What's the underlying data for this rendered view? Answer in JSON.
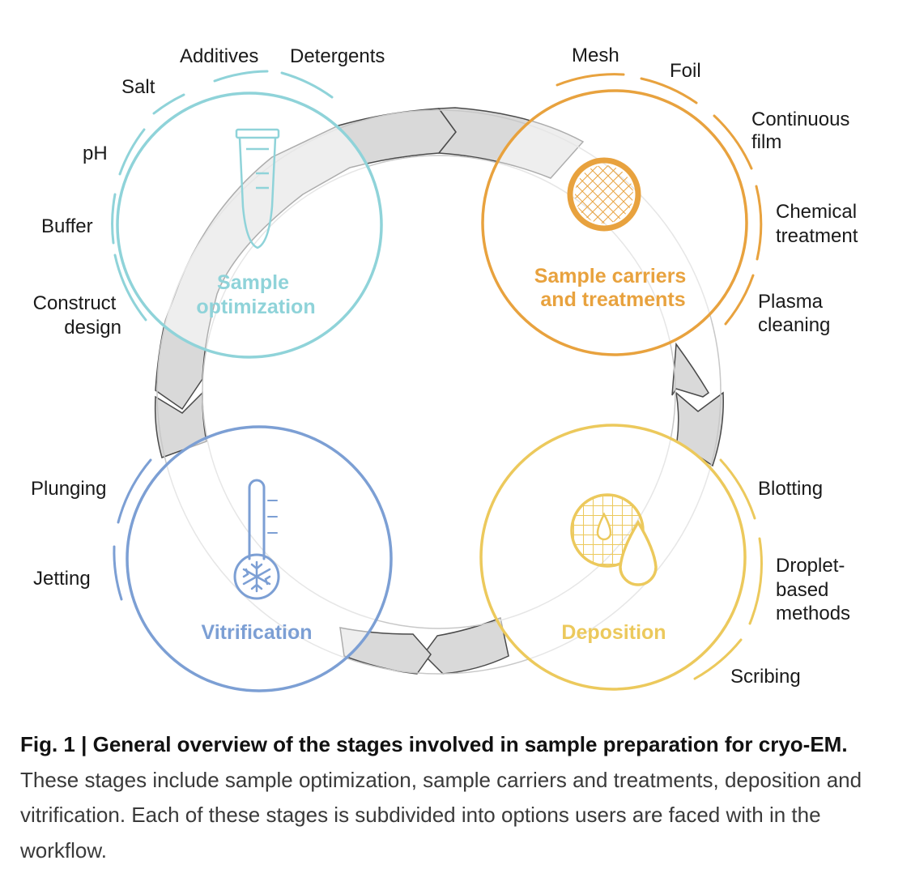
{
  "stages": {
    "sample_optimization": {
      "title_lines": [
        "Sample",
        "optimization"
      ],
      "color": "#8fd3d9",
      "options": [
        "Additives",
        "Detergents",
        "Salt",
        "pH",
        "Buffer",
        "Construct",
        "design"
      ]
    },
    "sample_carriers": {
      "title_lines": [
        "Sample carriers",
        "and treatments"
      ],
      "color": "#e8a23e",
      "options": [
        "Mesh",
        "Foil",
        "Continuous",
        "film",
        "Chemical",
        "treatment",
        "Plasma",
        "cleaning"
      ]
    },
    "deposition": {
      "title_lines": [
        "Deposition"
      ],
      "color": "#ecc95c",
      "options": [
        "Blotting",
        "Droplet-",
        "based",
        "methods",
        "Scribing"
      ]
    },
    "vitrification": {
      "title_lines": [
        "Vitrification"
      ],
      "color": "#7c9fd4",
      "options": [
        "Plunging",
        "Jetting"
      ]
    }
  },
  "caption": {
    "bold": "Fig. 1 | General overview of the stages involved in sample preparation for cryo-EM.",
    "text": " These stages include sample optimization, sample carriers and treatments, deposition and vitrification. Each of these stages is subdivided into options users are faced with in the workflow."
  }
}
